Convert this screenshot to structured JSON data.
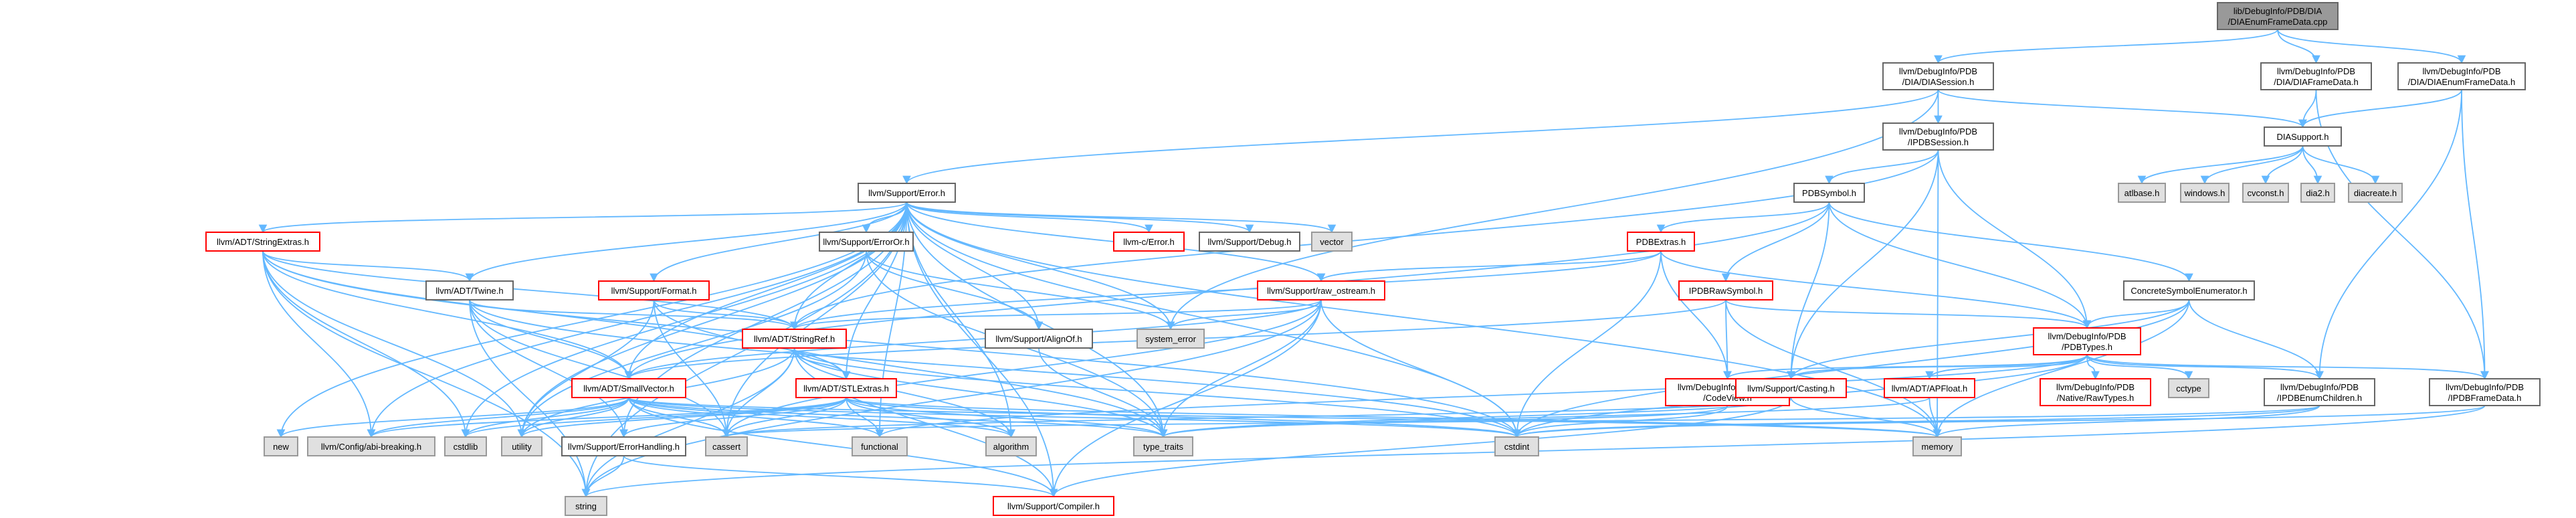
{
  "title": "lib/DebugInfo/PDB/DIA/DIAEnumFrameData.cpp",
  "colors": {
    "edge": "#63b8ff",
    "root_fill": "#999999",
    "documented_border": "#666666",
    "truncated_border": "#ff0000",
    "external_fill": "#e0e0e0",
    "external_border": "#999999"
  },
  "nodes": [
    {
      "id": "root",
      "lines": [
        "lib/DebugInfo/PDB/DIA",
        "/DIAEnumFrameData.cpp"
      ],
      "style": "root"
    },
    {
      "id": "dia_session",
      "lines": [
        "llvm/DebugInfo/PDB",
        "/DIA/DIASession.h"
      ],
      "style": "normal"
    },
    {
      "id": "dia_frame_data",
      "lines": [
        "llvm/DebugInfo/PDB",
        "/DIA/DIAFrameData.h"
      ],
      "style": "normal"
    },
    {
      "id": "dia_enum_frame_data",
      "lines": [
        "llvm/DebugInfo/PDB",
        "/DIA/DIAEnumFrameData.h"
      ],
      "style": "normal"
    },
    {
      "id": "ipdb_session",
      "lines": [
        "llvm/DebugInfo/PDB",
        "/IPDBSession.h"
      ],
      "style": "normal"
    },
    {
      "id": "dia_support",
      "lines": [
        "DIASupport.h"
      ],
      "style": "normal"
    },
    {
      "id": "support_error",
      "lines": [
        "llvm/Support/Error.h"
      ],
      "style": "normal"
    },
    {
      "id": "pdb_symbol",
      "lines": [
        "PDBSymbol.h"
      ],
      "style": "normal"
    },
    {
      "id": "atlbase",
      "lines": [
        "atlbase.h"
      ],
      "style": "external"
    },
    {
      "id": "windows",
      "lines": [
        "windows.h"
      ],
      "style": "external"
    },
    {
      "id": "cvconst",
      "lines": [
        "cvconst.h"
      ],
      "style": "external"
    },
    {
      "id": "dia2",
      "lines": [
        "dia2.h"
      ],
      "style": "external"
    },
    {
      "id": "diacreate",
      "lines": [
        "diacreate.h"
      ],
      "style": "external"
    },
    {
      "id": "string_extras",
      "lines": [
        "llvm/ADT/StringExtras.h"
      ],
      "style": "truncated"
    },
    {
      "id": "error_or",
      "lines": [
        "llvm/Support/ErrorOr.h"
      ],
      "style": "normal"
    },
    {
      "id": "c_error",
      "lines": [
        "llvm-c/Error.h"
      ],
      "style": "truncated"
    },
    {
      "id": "support_debug",
      "lines": [
        "llvm/Support/Debug.h"
      ],
      "style": "normal"
    },
    {
      "id": "vector",
      "lines": [
        "vector"
      ],
      "style": "external"
    },
    {
      "id": "pdb_extras",
      "lines": [
        "PDBExtras.h"
      ],
      "style": "truncated"
    },
    {
      "id": "concrete_symbol_enum",
      "lines": [
        "ConcreteSymbolEnumerator.h"
      ],
      "style": "normal"
    },
    {
      "id": "twine",
      "lines": [
        "llvm/ADT/Twine.h"
      ],
      "style": "normal"
    },
    {
      "id": "support_format",
      "lines": [
        "llvm/Support/Format.h"
      ],
      "style": "truncated"
    },
    {
      "id": "raw_ostream",
      "lines": [
        "llvm/Support/raw_ostream.h"
      ],
      "style": "truncated"
    },
    {
      "id": "ipdb_raw_symbol",
      "lines": [
        "IPDBRawSymbol.h"
      ],
      "style": "truncated"
    },
    {
      "id": "string_ref",
      "lines": [
        "llvm/ADT/StringRef.h"
      ],
      "style": "truncated"
    },
    {
      "id": "align_of",
      "lines": [
        "llvm/Support/AlignOf.h"
      ],
      "style": "normal"
    },
    {
      "id": "system_error",
      "lines": [
        "system_error"
      ],
      "style": "external"
    },
    {
      "id": "pdb_types",
      "lines": [
        "llvm/DebugInfo/PDB",
        "/PDBTypes.h"
      ],
      "style": "truncated"
    },
    {
      "id": "small_vector",
      "lines": [
        "llvm/ADT/SmallVector.h"
      ],
      "style": "truncated"
    },
    {
      "id": "stl_extras",
      "lines": [
        "llvm/ADT/STLExtras.h"
      ],
      "style": "truncated"
    },
    {
      "id": "codeview",
      "lines": [
        "llvm/DebugInfo/CodeView",
        "/CodeView.h"
      ],
      "style": "truncated"
    },
    {
      "id": "support_casting",
      "lines": [
        "llvm/Support/Casting.h"
      ],
      "style": "truncated"
    },
    {
      "id": "ap_float",
      "lines": [
        "llvm/ADT/APFloat.h"
      ],
      "style": "truncated"
    },
    {
      "id": "native_raw_types",
      "lines": [
        "llvm/DebugInfo/PDB",
        "/Native/RawTypes.h"
      ],
      "style": "truncated"
    },
    {
      "id": "cctype",
      "lines": [
        "cctype"
      ],
      "style": "external"
    },
    {
      "id": "ipdb_enum_children",
      "lines": [
        "llvm/DebugInfo/PDB",
        "/IPDBEnumChildren.h"
      ],
      "style": "normal"
    },
    {
      "id": "ipdb_frame_data",
      "lines": [
        "llvm/DebugInfo/PDB",
        "/IPDBFrameData.h"
      ],
      "style": "normal"
    },
    {
      "id": "new",
      "lines": [
        "new"
      ],
      "style": "external"
    },
    {
      "id": "abi_breaking",
      "lines": [
        "llvm/Config/abi-breaking.h"
      ],
      "style": "external"
    },
    {
      "id": "cstdlib",
      "lines": [
        "cstdlib"
      ],
      "style": "external"
    },
    {
      "id": "utility",
      "lines": [
        "utility"
      ],
      "style": "external"
    },
    {
      "id": "error_handling",
      "lines": [
        "llvm/Support/ErrorHandling.h"
      ],
      "style": "normal"
    },
    {
      "id": "cassert",
      "lines": [
        "cassert"
      ],
      "style": "external"
    },
    {
      "id": "functional",
      "lines": [
        "functional"
      ],
      "style": "external"
    },
    {
      "id": "algorithm",
      "lines": [
        "algorithm"
      ],
      "style": "external"
    },
    {
      "id": "type_traits",
      "lines": [
        "type_traits"
      ],
      "style": "external"
    },
    {
      "id": "cstdint",
      "lines": [
        "cstdint"
      ],
      "style": "external"
    },
    {
      "id": "memory",
      "lines": [
        "memory"
      ],
      "style": "external"
    },
    {
      "id": "string",
      "lines": [
        "string"
      ],
      "style": "external"
    },
    {
      "id": "compiler",
      "lines": [
        "llvm/Support/Compiler.h"
      ],
      "style": "truncated"
    }
  ],
  "edges": [
    [
      "root",
      "dia_session"
    ],
    [
      "root",
      "dia_frame_data"
    ],
    [
      "root",
      "dia_enum_frame_data"
    ],
    [
      "dia_session",
      "ipdb_session"
    ],
    [
      "dia_session",
      "dia_support"
    ],
    [
      "dia_session",
      "support_error"
    ],
    [
      "dia_session",
      "system_error"
    ],
    [
      "dia_frame_data",
      "dia_support"
    ],
    [
      "dia_frame_data",
      "ipdb_frame_data"
    ],
    [
      "dia_enum_frame_data",
      "dia_support"
    ],
    [
      "dia_enum_frame_data",
      "ipdb_enum_children"
    ],
    [
      "dia_enum_frame_data",
      "ipdb_frame_data"
    ],
    [
      "dia_support",
      "atlbase"
    ],
    [
      "dia_support",
      "windows"
    ],
    [
      "dia_support",
      "cvconst"
    ],
    [
      "dia_support",
      "dia2"
    ],
    [
      "dia_support",
      "diacreate"
    ],
    [
      "ipdb_session",
      "pdb_symbol"
    ],
    [
      "ipdb_session",
      "support_casting"
    ],
    [
      "ipdb_session",
      "pdb_types"
    ],
    [
      "ipdb_session",
      "string_ref"
    ],
    [
      "ipdb_session",
      "memory"
    ],
    [
      "support_error",
      "string_extras"
    ],
    [
      "support_error",
      "error_or"
    ],
    [
      "support_error",
      "c_error"
    ],
    [
      "support_error",
      "support_debug"
    ],
    [
      "support_error",
      "vector"
    ],
    [
      "support_error",
      "twine"
    ],
    [
      "support_error",
      "support_format"
    ],
    [
      "support_error",
      "raw_ostream"
    ],
    [
      "support_error",
      "string_ref"
    ],
    [
      "support_error",
      "align_of"
    ],
    [
      "support_error",
      "system_error"
    ],
    [
      "support_error",
      "small_vector"
    ],
    [
      "support_error",
      "stl_extras"
    ],
    [
      "support_error",
      "abi_breaking"
    ],
    [
      "support_error",
      "error_handling"
    ],
    [
      "support_error",
      "cassert"
    ],
    [
      "support_error",
      "functional"
    ],
    [
      "support_error",
      "algorithm"
    ],
    [
      "support_error",
      "type_traits"
    ],
    [
      "support_error",
      "cstdint"
    ],
    [
      "support_error",
      "memory"
    ],
    [
      "support_error",
      "string"
    ],
    [
      "support_error",
      "compiler"
    ],
    [
      "support_error",
      "new"
    ],
    [
      "support_error",
      "cstdlib"
    ],
    [
      "support_error",
      "utility"
    ],
    [
      "pdb_symbol",
      "pdb_extras"
    ],
    [
      "pdb_symbol",
      "ipdb_raw_symbol"
    ],
    [
      "pdb_symbol",
      "concrete_symbol_enum"
    ],
    [
      "pdb_symbol",
      "pdb_types"
    ],
    [
      "pdb_symbol",
      "support_casting"
    ],
    [
      "pdb_symbol",
      "small_vector"
    ],
    [
      "string_extras",
      "twine"
    ],
    [
      "string_extras",
      "string_ref"
    ],
    [
      "string_extras",
      "small_vector"
    ],
    [
      "string_extras",
      "stl_extras"
    ],
    [
      "string_extras",
      "abi_breaking"
    ],
    [
      "string_extras",
      "cstdlib"
    ],
    [
      "string_extras",
      "string"
    ],
    [
      "string_extras",
      "utility"
    ],
    [
      "string_extras",
      "cstdint"
    ],
    [
      "error_or",
      "align_of"
    ],
    [
      "error_or",
      "system_error"
    ],
    [
      "error_or",
      "utility"
    ],
    [
      "error_or",
      "type_traits"
    ],
    [
      "pdb_extras",
      "raw_ostream"
    ],
    [
      "pdb_extras",
      "codeview"
    ],
    [
      "pdb_extras",
      "pdb_types"
    ],
    [
      "pdb_extras",
      "cstdint"
    ],
    [
      "pdb_extras",
      "string_ref"
    ],
    [
      "concrete_symbol_enum",
      "pdb_types"
    ],
    [
      "concrete_symbol_enum",
      "ipdb_enum_children"
    ],
    [
      "concrete_symbol_enum",
      "support_casting"
    ],
    [
      "concrete_symbol_enum",
      "memory"
    ],
    [
      "concrete_symbol_enum",
      "cstdint"
    ],
    [
      "twine",
      "string_ref"
    ],
    [
      "twine",
      "small_vector"
    ],
    [
      "twine",
      "error_handling"
    ],
    [
      "twine",
      "cassert"
    ],
    [
      "twine",
      "string"
    ],
    [
      "twine",
      "cstdint"
    ],
    [
      "support_format",
      "string_ref"
    ],
    [
      "support_format",
      "cassert"
    ],
    [
      "support_format",
      "utility"
    ],
    [
      "support_format",
      "type_traits"
    ],
    [
      "raw_ostream",
      "string_ref"
    ],
    [
      "raw_ostream",
      "small_vector"
    ],
    [
      "raw_ostream",
      "system_error"
    ],
    [
      "raw_ostream",
      "cassert"
    ],
    [
      "raw_ostream",
      "compiler"
    ],
    [
      "raw_ostream",
      "cstdint"
    ],
    [
      "raw_ostream",
      "string"
    ],
    [
      "raw_ostream",
      "type_traits"
    ],
    [
      "ipdb_raw_symbol",
      "pdb_types"
    ],
    [
      "ipdb_raw_symbol",
      "codeview"
    ],
    [
      "ipdb_raw_symbol",
      "small_vector"
    ],
    [
      "ipdb_raw_symbol",
      "memory"
    ],
    [
      "string_ref",
      "stl_extras"
    ],
    [
      "string_ref",
      "compiler"
    ],
    [
      "string_ref",
      "algorithm"
    ],
    [
      "string_ref",
      "cassert"
    ],
    [
      "string_ref",
      "cstdint"
    ],
    [
      "string_ref",
      "string"
    ],
    [
      "string_ref",
      "type_traits"
    ],
    [
      "string_ref",
      "utility"
    ],
    [
      "align_of",
      "type_traits"
    ],
    [
      "pdb_types",
      "codeview"
    ],
    [
      "pdb_types",
      "support_casting"
    ],
    [
      "pdb_types",
      "ap_float"
    ],
    [
      "pdb_types",
      "native_raw_types"
    ],
    [
      "pdb_types",
      "cctype"
    ],
    [
      "pdb_types",
      "ipdb_enum_children"
    ],
    [
      "pdb_types",
      "ipdb_frame_data"
    ],
    [
      "pdb_types",
      "cstdint"
    ],
    [
      "pdb_types",
      "functional"
    ],
    [
      "small_vector",
      "abi_breaking"
    ],
    [
      "small_vector",
      "compiler"
    ],
    [
      "small_vector",
      "type_traits"
    ],
    [
      "small_vector",
      "algorithm"
    ],
    [
      "small_vector",
      "cassert"
    ],
    [
      "small_vector",
      "cstdlib"
    ],
    [
      "small_vector",
      "functional"
    ],
    [
      "small_vector",
      "new"
    ],
    [
      "small_vector",
      "utility"
    ],
    [
      "small_vector",
      "memory"
    ],
    [
      "small_vector",
      "cstdint"
    ],
    [
      "stl_extras",
      "abi_breaking"
    ],
    [
      "stl_extras",
      "error_handling"
    ],
    [
      "stl_extras",
      "algorithm"
    ],
    [
      "stl_extras",
      "cassert"
    ],
    [
      "stl_extras",
      "cstdlib"
    ],
    [
      "stl_extras",
      "functional"
    ],
    [
      "stl_extras",
      "memory"
    ],
    [
      "stl_extras",
      "type_traits"
    ],
    [
      "stl_extras",
      "utility"
    ],
    [
      "stl_extras",
      "cstdint"
    ],
    [
      "codeview",
      "type_traits"
    ],
    [
      "codeview",
      "cstdint"
    ],
    [
      "support_casting",
      "compiler"
    ],
    [
      "support_casting",
      "cassert"
    ],
    [
      "support_casting",
      "memory"
    ],
    [
      "support_casting",
      "type_traits"
    ],
    [
      "ap_float",
      "memory"
    ],
    [
      "ap_float",
      "type_traits"
    ],
    [
      "ipdb_enum_children",
      "memory"
    ],
    [
      "ipdb_enum_children",
      "cassert"
    ],
    [
      "ipdb_enum_children",
      "cstdint"
    ],
    [
      "ipdb_frame_data",
      "cstdint"
    ],
    [
      "ipdb_frame_data",
      "string"
    ],
    [
      "error_handling",
      "compiler"
    ],
    [
      "error_handling",
      "string"
    ]
  ]
}
